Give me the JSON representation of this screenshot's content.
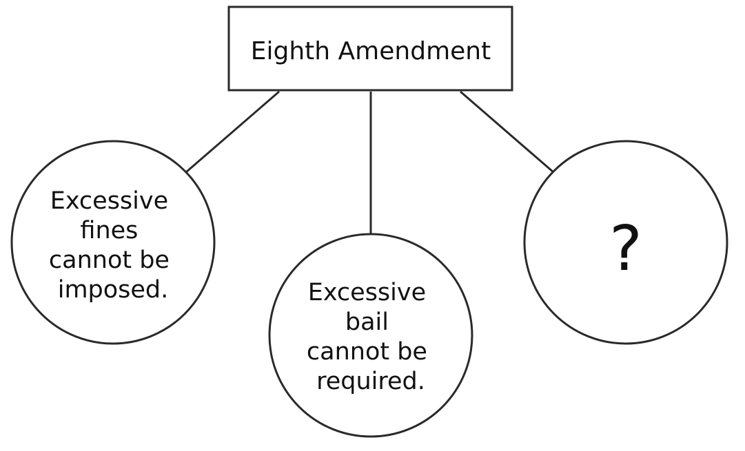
{
  "diagram": {
    "root": {
      "label": "Eighth Amendment"
    },
    "children": [
      {
        "lines": [
          "Excessive",
          "fines",
          "cannot be",
          "imposed."
        ]
      },
      {
        "lines": [
          "Excessive",
          "bail",
          "cannot be",
          "required."
        ]
      },
      {
        "lines": [
          "?"
        ]
      }
    ]
  }
}
